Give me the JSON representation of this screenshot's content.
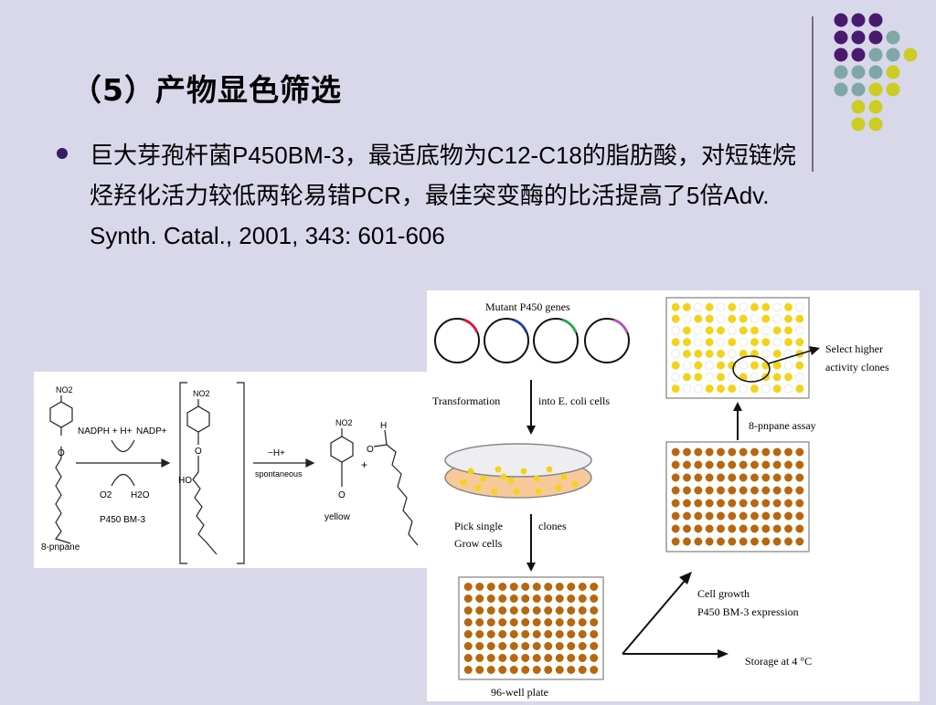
{
  "slide": {
    "title": "（5）产物显色筛选",
    "bullet_text": "巨大芽孢杆菌P450BM-3，最适底物为C12-C18的脂肪酸，对短链烷烃羟化活力较低两轮易错PCR，最佳突变酶的比活提高了5倍Adv. Synth. Catal., 2001, 343: 601-606"
  },
  "colors": {
    "background": "#d8d8ea",
    "dot_purple": "#4a1a6e",
    "dot_teal": "#7fa7a8",
    "dot_yellow": "#cccc22",
    "well_brown": "#b8670e",
    "well_yellow": "#f2d31a"
  },
  "reaction": {
    "substrate_group": "NO2",
    "cofactor_in": "NADPH + H+",
    "cofactor_out": "NADP+",
    "o2_label": "O2",
    "h2o_label": "H2O",
    "enzyme_label": "P450 BM-3",
    "substrate_label": "8-pnpane",
    "step_label": "−H+",
    "step_sublabel": "spontaneous",
    "plus": "+",
    "product_label": "yellow",
    "ho_label": "HO",
    "o_label": "O",
    "h_label": "H"
  },
  "workflow": {
    "mutant_genes": "Mutant P450 genes",
    "transformation": "Transformation",
    "into_cells": "into E. coli cells",
    "pick_single": "Pick single",
    "grow_cells": "Grow cells",
    "clones": "clones",
    "plate_label": "96-well plate",
    "cell_growth": "Cell growth",
    "expression": "P450 BM-3 expression",
    "storage": "Storage at 4 °C",
    "assay": "8-pnpane assay",
    "select_line1": "Select higher",
    "select_line2": "activity clones"
  }
}
